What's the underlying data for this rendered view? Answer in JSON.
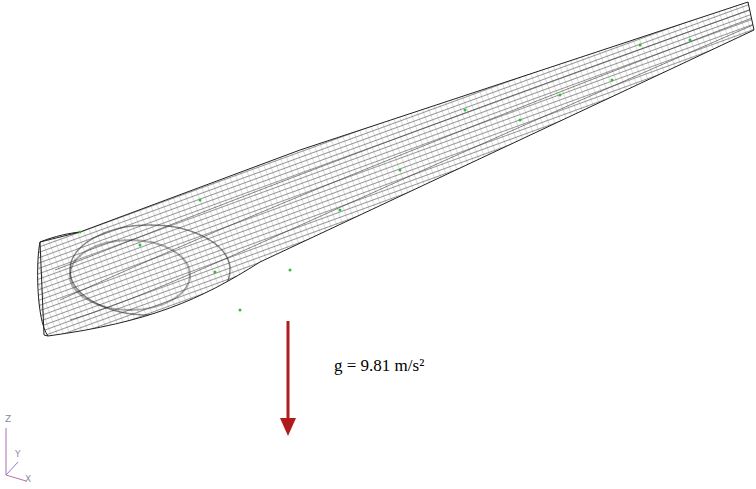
{
  "diagram": {
    "labels": [
      "g = 9.81 m/s²",
      "Z",
      "Y",
      "X"
    ]
  }
}
